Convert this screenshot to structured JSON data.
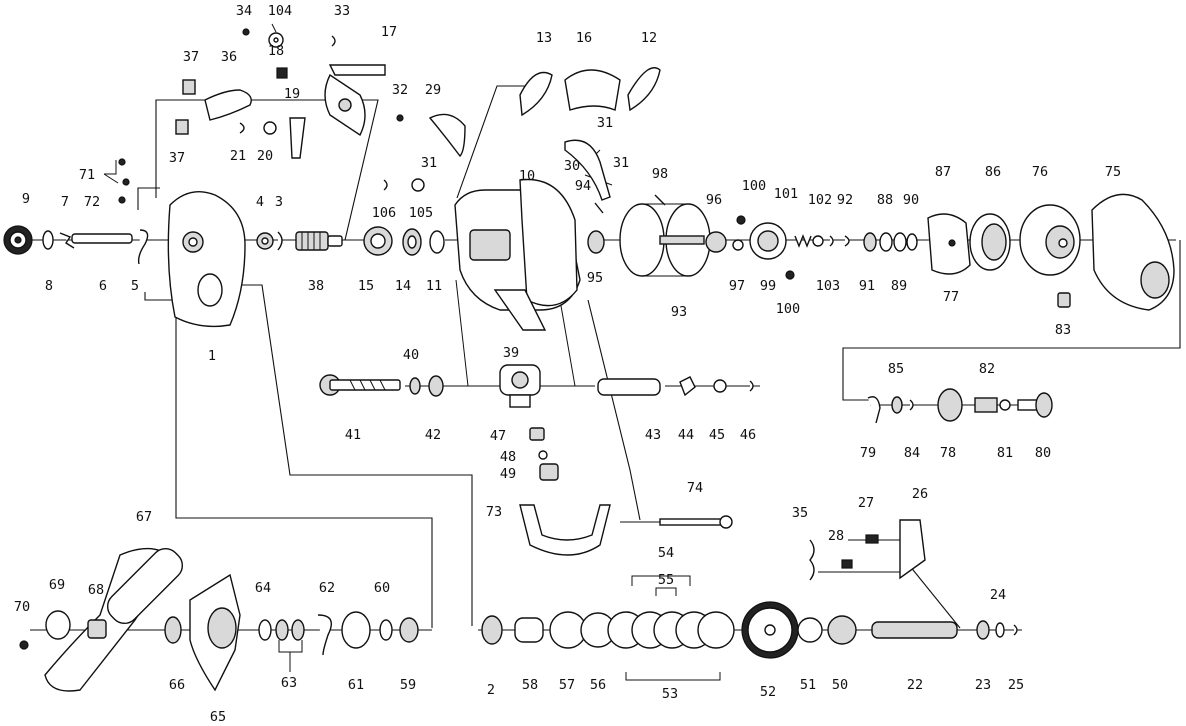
{
  "diagram": {
    "type": "exploded parts diagram",
    "part_numbers": {
      "p1": "1",
      "p2": "2",
      "p3": "3",
      "p4": "4",
      "p5": "5",
      "p6": "6",
      "p7": "7",
      "p8": "8",
      "p9": "9",
      "p10": "10",
      "p11": "11",
      "p12": "12",
      "p13": "13",
      "p14": "14",
      "p15": "15",
      "p16": "16",
      "p17": "17",
      "p18": "18",
      "p19": "19",
      "p20": "20",
      "p21": "21",
      "p22": "22",
      "p23": "23",
      "p24": "24",
      "p25": "25",
      "p26": "26",
      "p27": "27",
      "p28": "28",
      "p29": "29",
      "p30": "30",
      "p31a": "31",
      "p31b": "31",
      "p31c": "31",
      "p32": "32",
      "p33": "33",
      "p34": "34",
      "p35": "35",
      "p36": "36",
      "p37a": "37",
      "p37b": "37",
      "p38": "38",
      "p39": "39",
      "p40": "40",
      "p41": "41",
      "p42": "42",
      "p43": "43",
      "p44": "44",
      "p45": "45",
      "p46": "46",
      "p47": "47",
      "p48": "48",
      "p49": "49",
      "p50": "50",
      "p51": "51",
      "p52": "52",
      "p53": "53",
      "p54": "54",
      "p55": "55",
      "p56": "56",
      "p57": "57",
      "p58": "58",
      "p59": "59",
      "p60": "60",
      "p61": "61",
      "p62": "62",
      "p63": "63",
      "p64": "64",
      "p65": "65",
      "p66": "66",
      "p67": "67",
      "p68": "68",
      "p69": "69",
      "p70": "70",
      "p71": "71",
      "p72": "72",
      "p73": "73",
      "p74": "74",
      "p75": "75",
      "p76": "76",
      "p77": "77",
      "p78": "78",
      "p79": "79",
      "p80": "80",
      "p81": "81",
      "p82": "82",
      "p83": "83",
      "p84": "84",
      "p85": "85",
      "p86": "86",
      "p87": "87",
      "p88": "88",
      "p89": "89",
      "p90": "90",
      "p91": "91",
      "p92": "92",
      "p93": "93",
      "p94": "94",
      "p95": "95",
      "p96": "96",
      "p97": "97",
      "p98": "98",
      "p99": "99",
      "p100a": "100",
      "p100b": "100",
      "p101": "101",
      "p102": "102",
      "p103": "103",
      "p104": "104",
      "p105": "105",
      "p106": "106"
    }
  }
}
